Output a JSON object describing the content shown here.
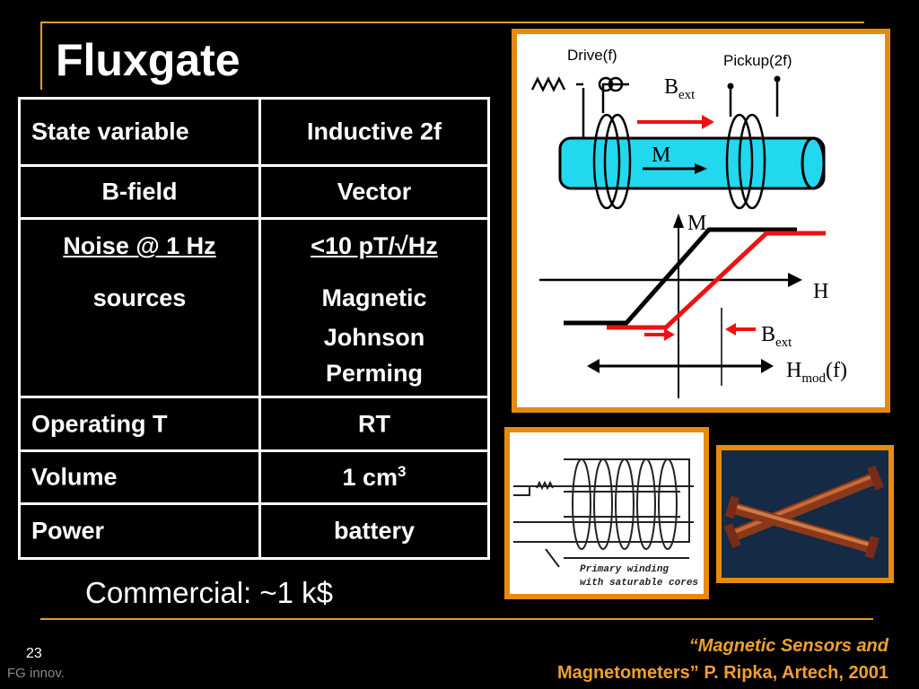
{
  "title": "Fluxgate",
  "table": {
    "rows": [
      {
        "left": "State variable",
        "right": "Inductive 2f"
      },
      {
        "left": "B-field",
        "right": "Vector"
      },
      {
        "left_lines": [
          "Noise @ 1 Hz",
          "sources"
        ],
        "right_lines": [
          "<10 pT/√Hz",
          "Magnetic",
          "Johnson",
          "Perming"
        ]
      },
      {
        "left": "Operating T",
        "right": "RT"
      },
      {
        "left": "Volume",
        "right": "1 cm",
        "right_sup": "3"
      },
      {
        "left": "Power",
        "right": "battery"
      }
    ]
  },
  "commercial": "Commercial: ~1 k$",
  "citation": {
    "line1": "“Magnetic Sensors and",
    "line2": "Magnetometers” P. Ripka, Artech, 2001"
  },
  "slide_number": "23",
  "footer": "FG innov.",
  "diagram": {
    "drive_label": "Drive(f)",
    "pickup_label": "Pickup(2f)",
    "b_label": "B",
    "ext_sub": "ext",
    "m_label": "M",
    "h_label": "H",
    "hmod_label": "H",
    "mod_sub": "mod",
    "hmod_suffix": "(f)"
  },
  "photo_caption": {
    "line1": "Primary winding",
    "line2": "with saturable cores"
  },
  "colors": {
    "accent_line": "#e0a020",
    "panel_border": "#e88a10",
    "citation": "#f0a030",
    "red": "#ee1111",
    "core_cyan": "#22d8ee"
  }
}
